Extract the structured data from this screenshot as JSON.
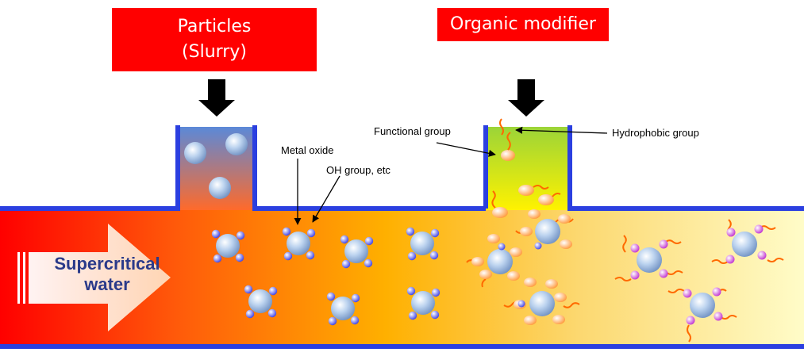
{
  "labels": {
    "particles_line1": "Particles",
    "particles_line2": "(Slurry)",
    "organic_modifier": "Organic modifier",
    "functional_group": "Functional group",
    "hydrophobic_group": "Hydrophobic  group",
    "metal_oxide": "Metal oxide",
    "oh_group": "OH group, etc",
    "supercritical_line1": "Supercritical",
    "supercritical_line2": "water"
  },
  "colors": {
    "label_box": "#ff0000",
    "pipe_wall": "#2b3fe0",
    "particle": "#a9c6ea",
    "oh_node": "#5560ee",
    "functional_node": "#ffb070",
    "modified_node": "#d35ee0",
    "chain": "#ff6a00"
  }
}
